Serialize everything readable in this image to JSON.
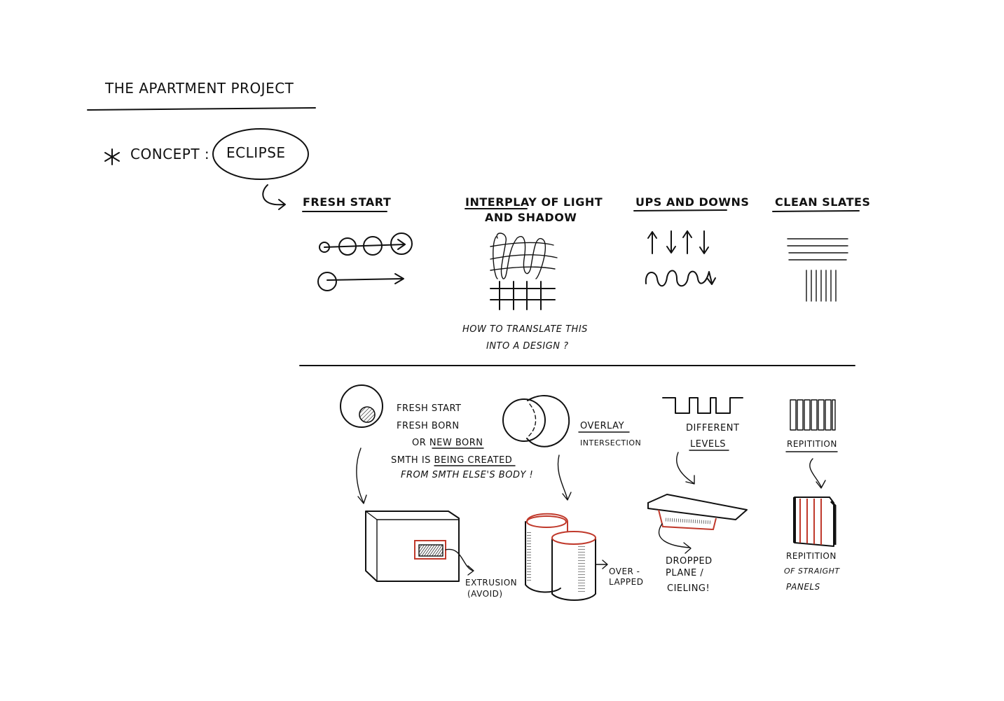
{
  "title": "THE APARTMENT PROJECT",
  "concept": {
    "label": "CONCEPT :",
    "word": "ECLIPSE"
  },
  "ideas": [
    {
      "heading": "FRESH START"
    },
    {
      "heading_line1": "INTERPLAY OF LIGHT",
      "heading_line2": "AND SHADOW",
      "question_line1": "HOW TO TRANSLATE THIS",
      "question_line2": "INTO A DESIGN ?"
    },
    {
      "heading": "UPS AND DOWNS"
    },
    {
      "heading": "CLEAN SLATES"
    }
  ],
  "notes": {
    "fresh": [
      "FRESH START",
      "FRESH BORN",
      "OR NEW BORN",
      "SMTH IS BEING CREATED",
      "FROM SMTH ELSE'S BODY !"
    ],
    "overlay": [
      "OVERLAY",
      "INTERSECTION"
    ],
    "levels": [
      "DIFFERENT",
      "LEVELS"
    ],
    "repetition": [
      "REPITITION"
    ]
  },
  "callouts": {
    "extrusion": [
      "EXTRUSION",
      "(AVOID)"
    ],
    "overlapped": [
      "OVER -",
      "LAPPED"
    ],
    "dropped": [
      "DROPPED",
      "PLANE /",
      "CIELING!"
    ],
    "panels": [
      "REPITITION",
      "OF STRAIGHT",
      "PANELS"
    ]
  },
  "colors": {
    "ink": "#111111",
    "accent": "#c0392b",
    "paper": "#ffffff"
  }
}
